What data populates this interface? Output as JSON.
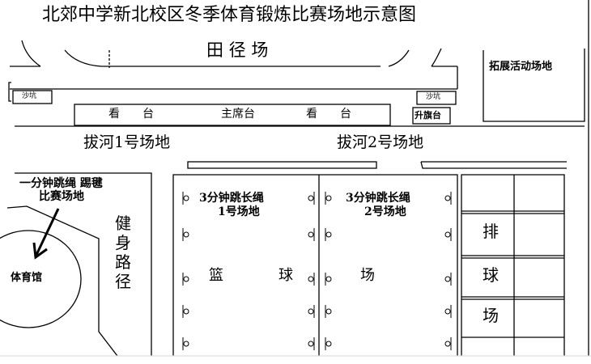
{
  "title": "北郊中学新北校区冬季体育锻炼比赛场地示意图",
  "areas": {
    "track_field": "田 径 场",
    "expansion_area": "拓展活动场地",
    "sand_pit_left": "沙坑",
    "sand_pit_right": "沙坑",
    "stand_left": "看　　台",
    "main_stand": "主席台",
    "stand_right": "看　　台",
    "flag_platform": "升旗台",
    "tug_of_war_1": "拔河1号场地",
    "tug_of_war_2": "拔河2号场地",
    "rope_skip_line1": "一分钟跳绳 踢毽",
    "rope_skip_line2": "比赛场地",
    "gym": "体育馆",
    "fitness_path": "健身路径",
    "long_rope_1_line1": "3分钟跳长绳",
    "long_rope_1_line2": "1号场地",
    "long_rope_2_line1": "3分钟跳长绳",
    "long_rope_2_line2": "2号场地",
    "basketball_1": "篮",
    "basketball_2": "球",
    "basketball_3": "场",
    "volleyball_1": "排",
    "volleyball_2": "球",
    "volleyball_3": "场"
  }
}
